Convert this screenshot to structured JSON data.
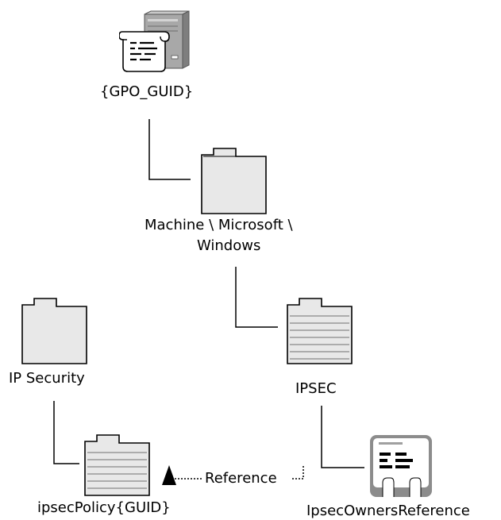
{
  "nodes": {
    "gpo": {
      "label": "{GPO_GUID}",
      "icon": "server-script-icon"
    },
    "machine": {
      "label_line1": "Machine \\ Microsoft \\",
      "label_line2": "Windows",
      "icon": "folder-icon"
    },
    "ip_security": {
      "label": "IP Security",
      "icon": "folder-icon"
    },
    "ipsec": {
      "label": "IPSEC",
      "icon": "lined-folder-icon"
    },
    "ipsec_policy": {
      "label": "ipsecPolicy{GUID}",
      "icon": "lined-folder-icon"
    },
    "owners_reference": {
      "label": "IpsecOwnersReference",
      "icon": "form-document-icon"
    }
  },
  "reference_label": "Reference",
  "colors": {
    "line": "#000000",
    "fill": "#e8e8e8",
    "server": "#9a9a9a"
  }
}
